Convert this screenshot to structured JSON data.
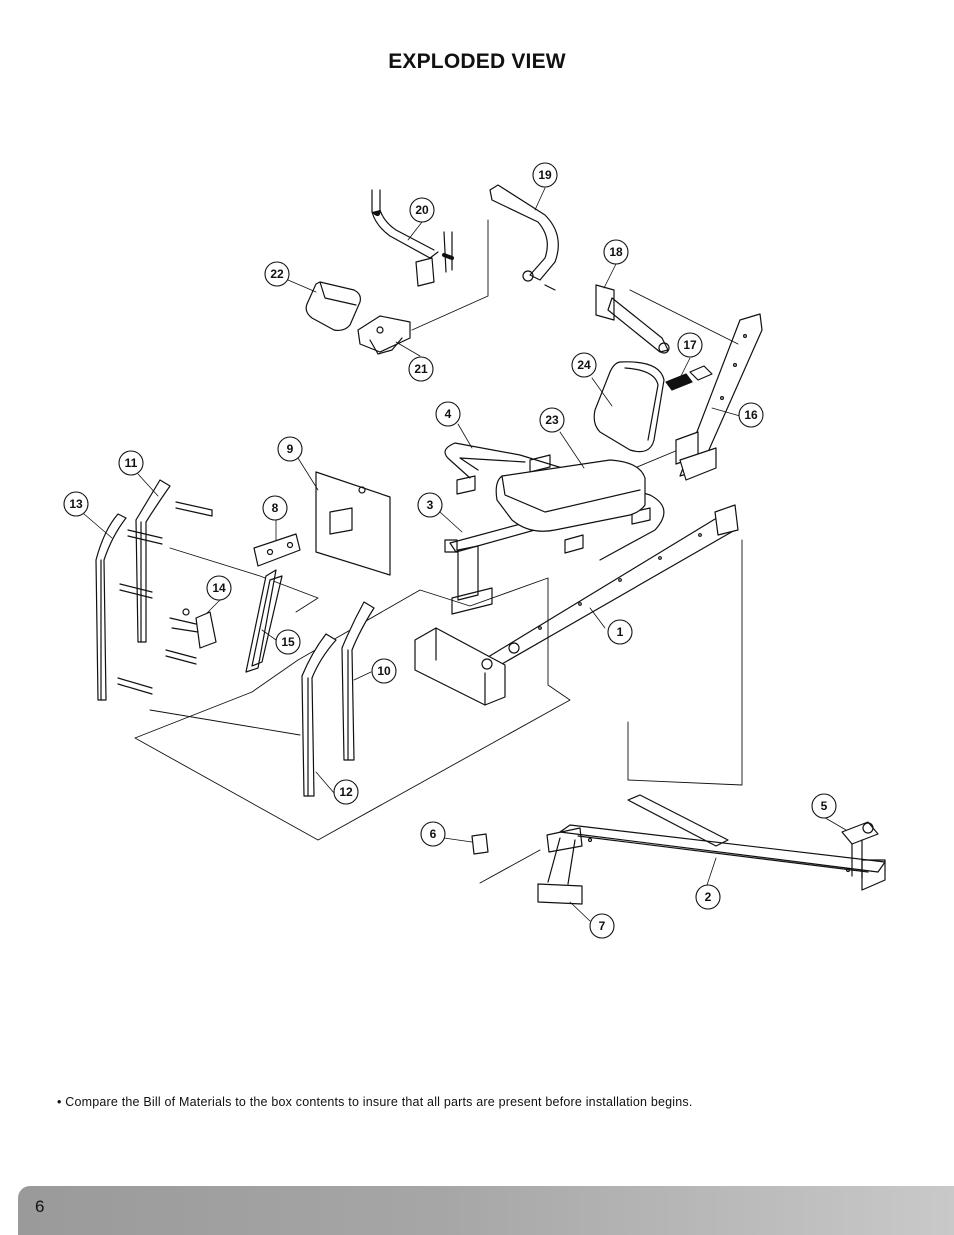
{
  "page": {
    "title": "EXPLODED VIEW",
    "note": "• Compare the Bill of Materials to the box contents to insure that all parts are present before installation begins.",
    "page_number": "6"
  },
  "callouts": {
    "c1": "1",
    "c2": "2",
    "c3": "3",
    "c4": "4",
    "c5": "5",
    "c6": "6",
    "c7": "7",
    "c8": "8",
    "c9": "9",
    "c10": "10",
    "c11": "11",
    "c12": "12",
    "c13": "13",
    "c14": "14",
    "c15": "15",
    "c16": "16",
    "c17": "17",
    "c18": "18",
    "c19": "19",
    "c20": "20",
    "c21": "21",
    "c22": "22",
    "c23": "23",
    "c24": "24"
  }
}
